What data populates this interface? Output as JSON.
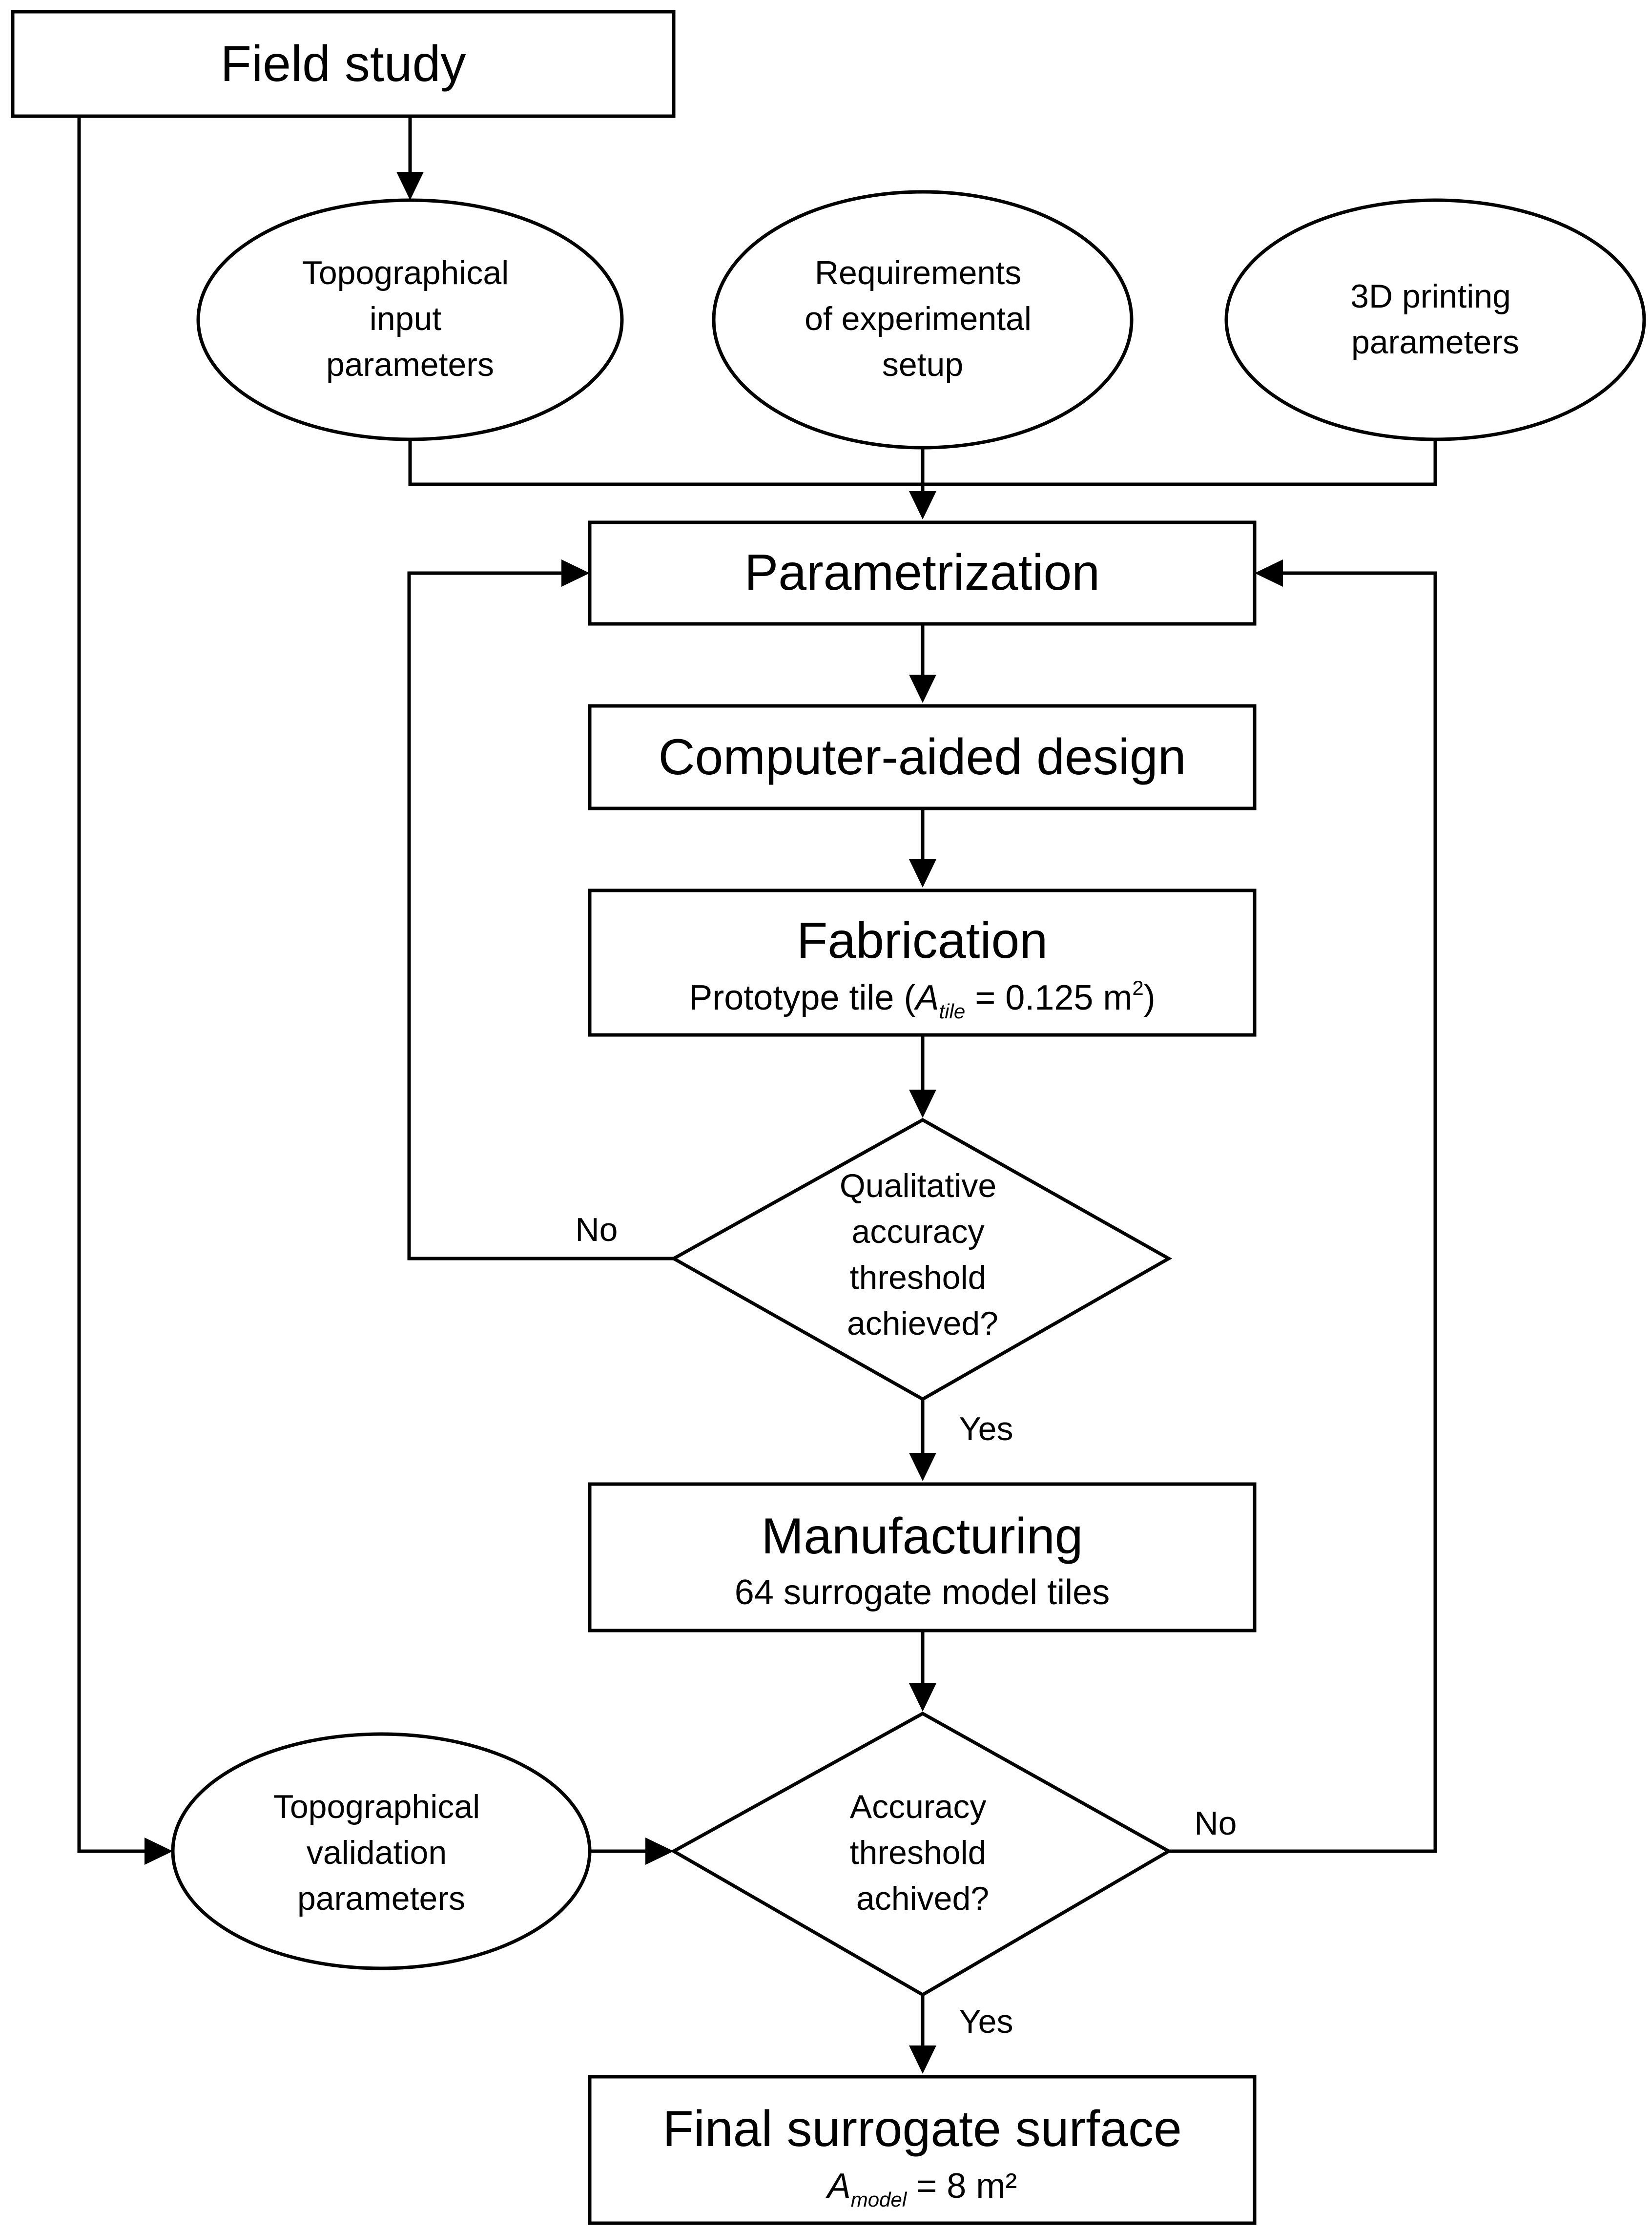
{
  "nodes": {
    "field_study": {
      "label": "Field study"
    },
    "topo_input": {
      "lines": [
        "Topographical",
        "input",
        "parameters"
      ]
    },
    "requirements": {
      "lines": [
        "Requirements",
        "of experimental",
        "setup"
      ]
    },
    "printing": {
      "lines": [
        "3D printing",
        "parameters"
      ]
    },
    "parametrization": {
      "label": "Parametrization"
    },
    "cad": {
      "label": "Computer-aided design"
    },
    "fabrication": {
      "title": "Fabrication",
      "sub_prefix": "Prototype tile (",
      "sub_symbol": "A",
      "sub_symbol_subscript": "tile",
      "sub_middle": " = 0.125 m",
      "sub_superscript": "2",
      "sub_suffix": ")"
    },
    "qualitative_check": {
      "lines": [
        "Qualitative",
        "accuracy",
        "threshold",
        "achieved?"
      ]
    },
    "manufacturing": {
      "title": "Manufacturing",
      "subtitle": "64 surrogate model tiles"
    },
    "topo_validation": {
      "lines": [
        "Topographical",
        "validation",
        "parameters"
      ]
    },
    "accuracy_check": {
      "lines": [
        "Accuracy",
        "threshold",
        "achived?"
      ]
    },
    "final": {
      "title": "Final surrogate surface",
      "sub_symbol": "A",
      "sub_symbol_subscript": "model",
      "sub_suffix": " = 8 m²"
    }
  },
  "edge_labels": {
    "qualitative_no": "No",
    "qualitative_yes": "Yes",
    "accuracy_no": "No",
    "accuracy_yes": "Yes"
  }
}
